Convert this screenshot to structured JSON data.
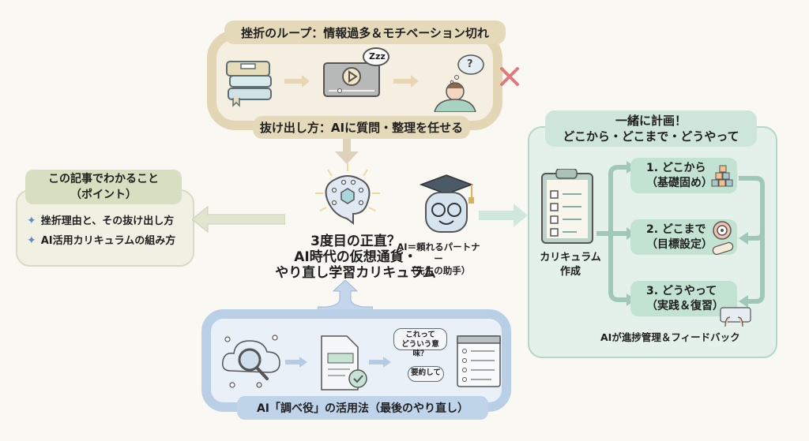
{
  "top_loop": {
    "title": "挫折のループ：情報過多＆モチベーション切れ",
    "exit_label": "抜け出し方：AIに質問・整理を任せる",
    "icons": [
      "books-icon",
      "video-player-icon",
      "confused-person-icon",
      "cross-icon"
    ],
    "sleep_bubble": "Zzz",
    "question_mark": "?"
  },
  "points": {
    "title_line1": "この記事でわかること",
    "title_line2": "（ポイント）",
    "items": [
      "挫折理由と、その抜け出し方",
      "AI活用カリキュラムの組み方"
    ]
  },
  "center": {
    "title_line1": "3度目の正直？",
    "title_line2": "AI時代の仮想通貨・",
    "title_line3": "やり直し学習カリキュラム",
    "teacher_line1": "AI＝頼れるパートナー",
    "teacher_line2": "（先生の助手）"
  },
  "plan": {
    "title_line1": "一緒に計画！",
    "title_line2": "どこから・どこまで・どうやって",
    "curriculum_line1": "カリキュラム",
    "curriculum_line2": "作成",
    "steps": [
      {
        "line1": "1. どこから",
        "line2": "（基礎固め）",
        "icon": "blocks-icon"
      },
      {
        "line1": "2. どこまで",
        "line2": "（目標設定）",
        "icon": "target-icon"
      },
      {
        "line1": "3. どうやって",
        "line2": "（実践＆復習）",
        "icon": "keyboard-icon"
      }
    ],
    "footer": "AIが進捗管理＆フィードバック"
  },
  "bottom_loop": {
    "title": "AI「調べ役」の活用法（最後のやり直し）",
    "bubble1_line1": "これって",
    "bubble1_line2": "どういう意味？",
    "bubble2": "要約して"
  },
  "colors": {
    "background": "#f9f8f3",
    "tan": "#e3d6b4",
    "olive": "#d8dfc1",
    "mint": "#c2e2d2",
    "blue": "#b9cfe6",
    "cross": "#e07a7a"
  }
}
